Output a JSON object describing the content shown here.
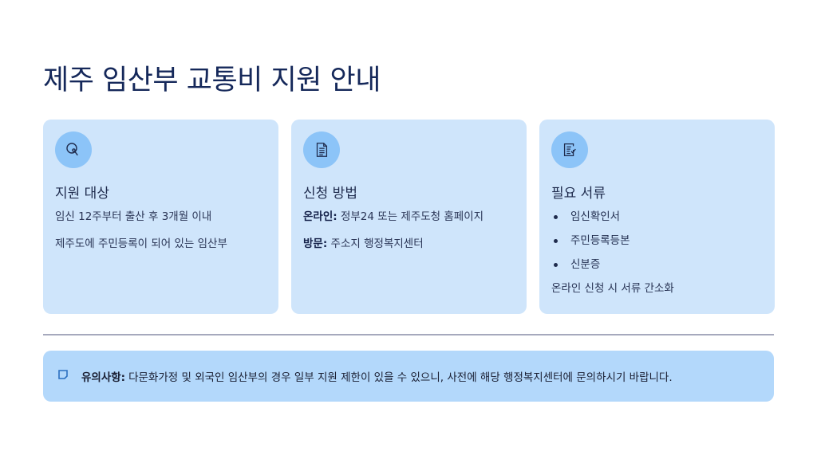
{
  "title": "제주 임산부 교통비 지원 안내",
  "cards": [
    {
      "icon": "magnifier-icon",
      "heading": "지원 대상",
      "lines": [
        "임신 12주부터 출산 후 3개월 이내",
        "제주도에 주민등록이 되어 있는 임산부"
      ]
    },
    {
      "icon": "document-icon",
      "heading": "신청 방법",
      "items": [
        {
          "label": "온라인:",
          "text": "정부24 또는 제주도청 홈페이지"
        },
        {
          "label": "방문:",
          "text": "주소지 행정복지센터"
        }
      ]
    },
    {
      "icon": "checklist-icon",
      "heading": "필요 서류",
      "bullets": [
        "임신확인서",
        "주민등록등본",
        "신분증"
      ],
      "footer": "온라인 신청 시 서류 간소화"
    }
  ],
  "note": {
    "icon": "note-icon",
    "label": "유의사항:",
    "text": "다문화가정 및 외국인 임산부의 경우 일부 지원 제한이 있을 수 있으니, 사전에 해당 행정복지센터에 문의하시기 바랍니다."
  },
  "colors": {
    "card": "#cfe5fb",
    "icon_circle": "#8cc4f8",
    "note_bg": "#b3d8fb",
    "title": "#15285a"
  }
}
